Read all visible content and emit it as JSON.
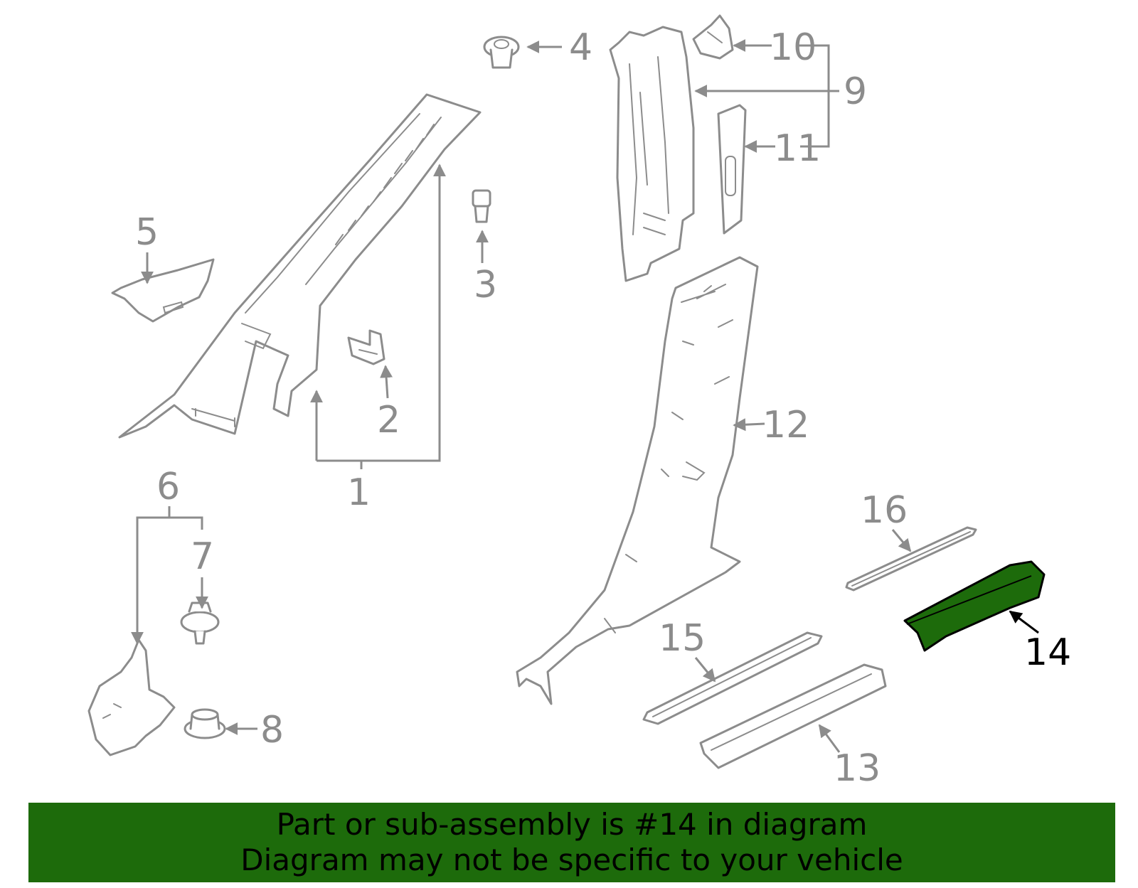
{
  "callouts": {
    "c1": "1",
    "c2": "2",
    "c3": "3",
    "c4": "4",
    "c5": "5",
    "c6": "6",
    "c7": "7",
    "c8": "8",
    "c9": "9",
    "c10": "10",
    "c11": "11",
    "c12": "12",
    "c13": "13",
    "c14": "14",
    "c15": "15",
    "c16": "16"
  },
  "highlight": {
    "part": "14",
    "color": "#1d6b0b"
  },
  "banner": {
    "line1": "Part or sub-assembly is #14 in diagram",
    "line2": "Diagram may not be specific to your vehicle"
  }
}
